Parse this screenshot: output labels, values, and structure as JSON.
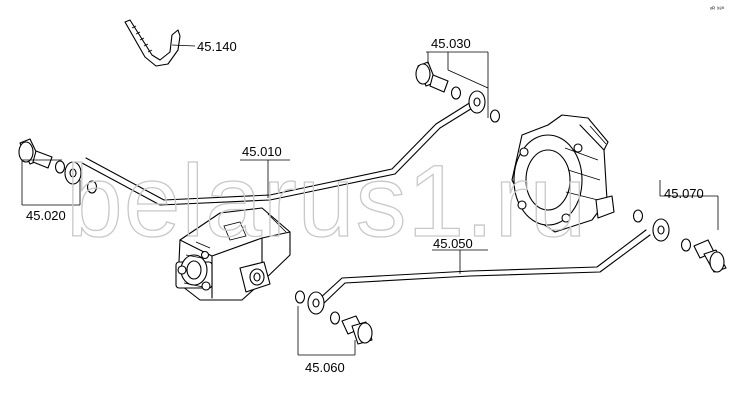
{
  "diagram": {
    "watermark": "belarus1.ru",
    "corner_mark": "ᵒᴿ ⁹⁸⁰",
    "parts": [
      {
        "id": "p1",
        "label": "45.140",
        "icon": "cable-tie"
      },
      {
        "id": "p2",
        "label": "45.030",
        "icon": "banjo-bolt-washer-set"
      },
      {
        "id": "p3",
        "label": "45.010",
        "icon": "pipe"
      },
      {
        "id": "p4",
        "label": "45.020",
        "icon": "banjo-bolt-washer-set"
      },
      {
        "id": "p5",
        "label": "45.070",
        "icon": "banjo-bolt-washer-set"
      },
      {
        "id": "p6",
        "label": "45.050",
        "icon": "pipe"
      },
      {
        "id": "p7",
        "label": "45.060",
        "icon": "banjo-bolt-washer-set"
      }
    ]
  }
}
